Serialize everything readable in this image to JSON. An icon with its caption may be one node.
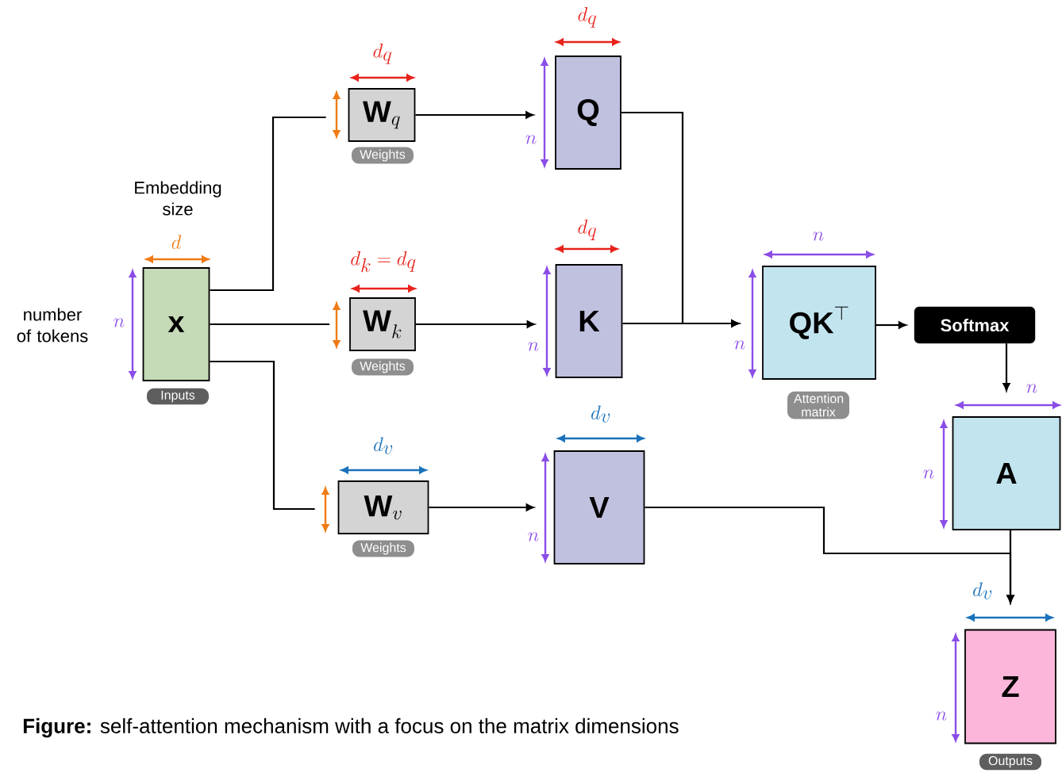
{
  "diagram": {
    "caption": "**Figure:** self-attention mechanism with a focus on the matrix dimensions",
    "nodes": [
      {
        "text": [
          "\\mathbf{x}"
        ],
        "beside": [
          "Inputs"
        ]
      },
      {
        "text": [
          "\\mathbf{W}_q"
        ],
        "beside": [
          "Weights"
        ]
      },
      {
        "text": [
          "\\mathbf{W}_k"
        ],
        "beside": [
          "Weights"
        ]
      },
      {
        "text": [
          "\\mathbf{W}_v"
        ],
        "beside": [
          "Weights"
        ]
      },
      {
        "text": [
          "\\mathbf{Q}"
        ]
      },
      {
        "text": [
          "\\mathbf{K}"
        ]
      },
      {
        "text": [
          "\\mathbf{V}"
        ]
      },
      {
        "text": [
          "\\mathbf{QK}^{\\top}"
        ],
        "beside": [
          "Attention matrix"
        ]
      },
      {
        "text": [
          "Softmax"
        ]
      },
      {
        "text": [
          "\\mathbf{A}"
        ]
      },
      {
        "text": [
          "\\mathbf{Z}"
        ],
        "beside": [
          "Outputs"
        ]
      }
    ],
    "edges": [
      {
        "from": 0,
        "to": 1,
        "arrow": "none"
      },
      {
        "from": 0,
        "to": 2,
        "arrow": "none"
      },
      {
        "from": 0,
        "to": 3,
        "arrow": "none"
      },
      {
        "from": 1,
        "to": 4,
        "arrow": "to"
      },
      {
        "from": 2,
        "to": 5,
        "arrow": "to"
      },
      {
        "from": 3,
        "to": 6,
        "arrow": "to"
      },
      {
        "from": 4,
        "to": 7,
        "arrow": "to"
      },
      {
        "from": 5,
        "to": 7,
        "arrow": "to"
      },
      {
        "from": 7,
        "to": 8,
        "arrow": "to"
      },
      {
        "from": 8,
        "to": 9,
        "arrow": "to"
      },
      {
        "from": 9,
        "to": 10,
        "arrow": "to"
      },
      {
        "from": 6,
        "to": 10,
        "arrow": "to"
      }
    ],
    "labels": [
      "d_q",
      "d_q",
      "n",
      "Embedding size",
      "d_q",
      "n",
      "d",
      "d_k = d_q",
      "number of tokens",
      "n",
      "n",
      "n",
      "n",
      "d_v",
      "d_v",
      "n",
      "n",
      "d_v",
      "n"
    ]
  }
}
